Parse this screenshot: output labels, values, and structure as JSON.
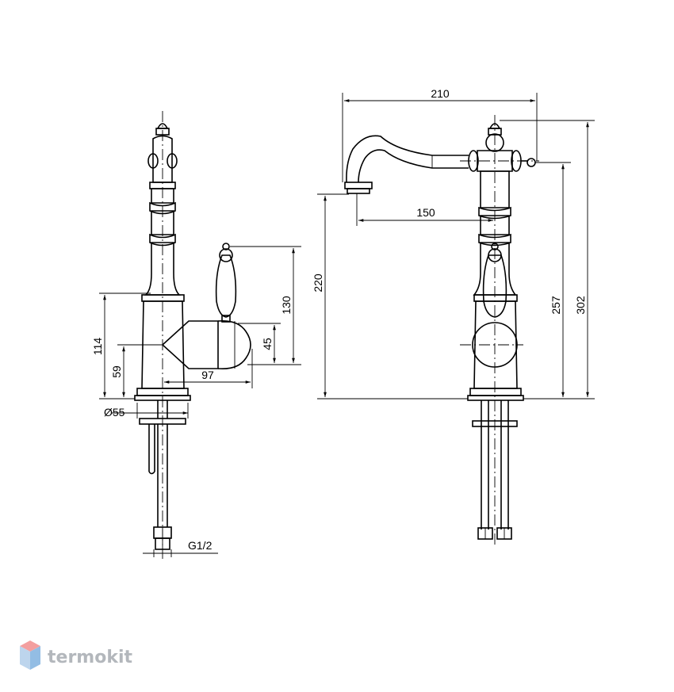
{
  "side_view": {
    "dim_height_total": "114",
    "dim_height_lower": "59",
    "dim_diameter_base": "Ø55",
    "dim_handle_reach": "97",
    "dim_handle_height": "130",
    "dim_handle_body": "45",
    "dim_thread": "G1/2"
  },
  "front_view": {
    "dim_spout_reach": "210",
    "dim_spout_outlet": "150",
    "dim_outlet_height": "220",
    "dim_handle_top_height": "257",
    "dim_total_height": "302"
  },
  "watermark": {
    "brand": "termokit",
    "colors": {
      "top": "#f08080",
      "left": "#a7c7e7",
      "right": "#6fa8dc"
    }
  }
}
